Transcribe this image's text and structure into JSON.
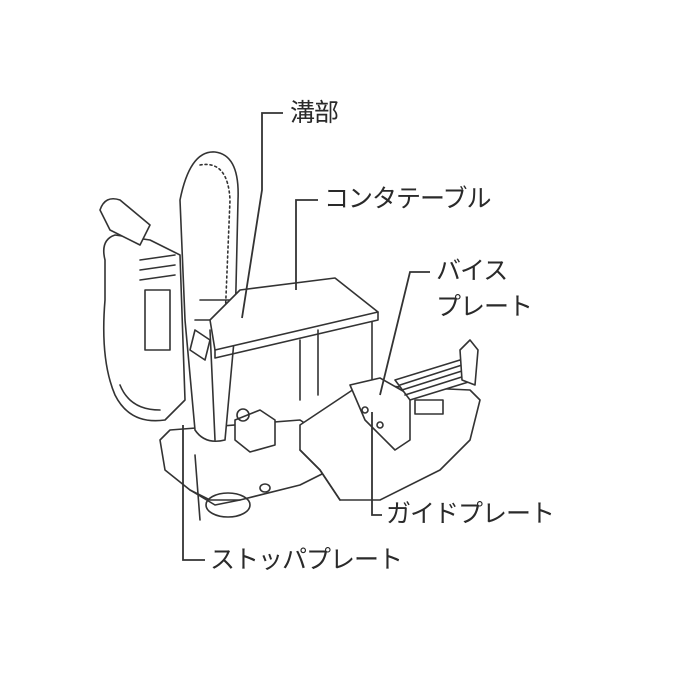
{
  "labels": {
    "groove": "溝部",
    "contour_table": "コンタテーブル",
    "vise_plate_line1": "バイス",
    "vise_plate_line2": "プレート",
    "guide_plate": "ガイドプレート",
    "stopper_plate": "ストッパプレート"
  }
}
